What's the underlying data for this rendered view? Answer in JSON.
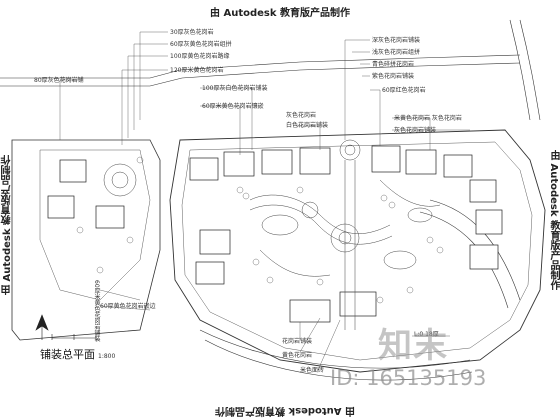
{
  "watermarks": {
    "top": "由 Autodesk 教育版产品制作",
    "bottom": "由 Autodesk 教育版产品制作",
    "left": "由 Autodesk 教育版产品制作",
    "right": "由 Autodesk 教育版产品制作"
  },
  "labels": {
    "top_left_1": "30厚灰色花岗岩",
    "top_left_2": "60厚灰黄色花岗岩组拼",
    "top_left_3": "100厚黄色花岗岩路缘",
    "top_left_4": "120厚米黄色花岗岩",
    "far_left": "80厚灰色花岗岩铺",
    "mid_1": "100厚灰白色花岗岩铺装",
    "mid_2": "60厚米黄色花岗岩镶嵌",
    "center_1": "灰色花岗岩",
    "center_2": "白色花岗岩铺装",
    "right_1": "深灰色花岗岩铺装",
    "right_2": "浅灰色花岗岩组拼",
    "right_3": "青色碎拼花岗岩",
    "right_4": "紫色花岗岩铺装",
    "right_5": "60厚红色花岗岩",
    "right_6": "米黄色花岗岩 灰色花岗岩",
    "right_7": "灰色花岗岩铺装",
    "left_bottom_1": "60厚米黄色花岗岩铺装",
    "left_bottom_2": "60厚黄色花岗岩嵌边",
    "bottom_1": "花岗岩铺装",
    "bottom_2": "黄色花岗岩",
    "bottom_3": "米色面砖",
    "bottom_right": "L:0 18厚",
    "drawing_title": "铺装总平面",
    "drawing_scale": "1:800"
  },
  "brand": {
    "text": "知末"
  },
  "id_label": {
    "text": "ID: 165135193"
  }
}
